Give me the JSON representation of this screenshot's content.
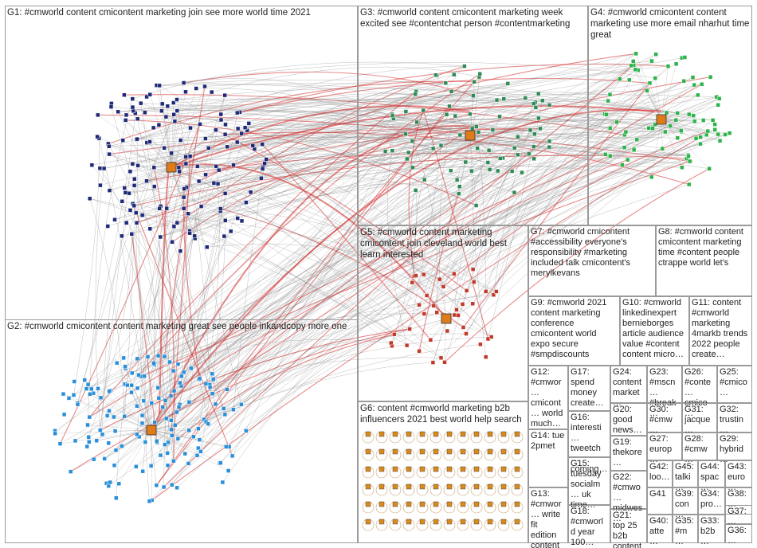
{
  "groups": [
    {
      "id": "g1",
      "label": "G1: #cmworld content cmicontent marketing join see more world time 2021"
    },
    {
      "id": "g2",
      "label": "G2: #cmworld cmicontent content marketing great see people inkandcopy more one"
    },
    {
      "id": "g3",
      "label": "G3: #cmworld content cmicontent marketing week excited see #contentchat person #contentmarketing"
    },
    {
      "id": "g4",
      "label": "G4: #cmworld cmicontent content marketing use more email nharhut time great"
    },
    {
      "id": "g5",
      "label": "G5: #cmworld content marketing cmicontent join cleveland world best learn interested"
    },
    {
      "id": "g6",
      "label": "G6: content #cmworld marketing b2b influencers 2021 best world help search"
    },
    {
      "id": "g7",
      "label": "G7: #cmworld cmicontent #accessibility everyone's responsibility #marketing included talk cmicontent's merylkevans"
    },
    {
      "id": "g8",
      "label": "G8: #cmworld content cmicontent marketing time #content people ctrappe world let's"
    },
    {
      "id": "g9",
      "label": "G9: #cmworld 2021 content marketing conference cmicontent world expo secure #smpdiscounts"
    },
    {
      "id": "g10",
      "label": "G10: #cmworld linkedinexpert bernieborges article audience value #content content micro…"
    },
    {
      "id": "g11",
      "label": "G11: content #cmworld marketing 4markb trends 2022 people create…"
    },
    {
      "id": "g12",
      "label": "G12: #cmwor… cmicont… world much…"
    },
    {
      "id": "g13",
      "label": "G13: #cmwor… write fit edition content…"
    },
    {
      "id": "g14",
      "label": "G14: tue 2pmet"
    },
    {
      "id": "g15",
      "label": "G15: tuesday socialm… uk time…"
    },
    {
      "id": "g16",
      "label": "G16: interesti… tweetch… coming…"
    },
    {
      "id": "g17",
      "label": "G17: spend money create…"
    },
    {
      "id": "g18",
      "label": "G18: #cmworld year 100…"
    },
    {
      "id": "g19",
      "label": "G19: thekore…"
    },
    {
      "id": "g20",
      "label": "G20: good news…"
    },
    {
      "id": "g21",
      "label": "G21: top 25 b2b content…"
    },
    {
      "id": "g22",
      "label": "G22: #cmwo… midwes…"
    },
    {
      "id": "g23",
      "label": "G23: #mscn… #break…"
    },
    {
      "id": "g24",
      "label": "G24: content market…"
    },
    {
      "id": "g25",
      "label": "G25: #cmico…"
    },
    {
      "id": "g26",
      "label": "G26: #conte… cmico…"
    },
    {
      "id": "g27",
      "label": "G27: europ…"
    },
    {
      "id": "g28",
      "label": "G28: #cmw…"
    },
    {
      "id": "g29",
      "label": "G29: hybrid…"
    },
    {
      "id": "g30",
      "label": "G30: #cmw…"
    },
    {
      "id": "g31",
      "label": "G31: jacque…"
    },
    {
      "id": "g32",
      "label": "G32: trustin…"
    },
    {
      "id": "g33",
      "label": "G33: b2b…"
    },
    {
      "id": "g34",
      "label": "G34: pro…"
    },
    {
      "id": "g35",
      "label": "G35: #m…"
    },
    {
      "id": "g36",
      "label": "G36:…"
    },
    {
      "id": "g37",
      "label": "G37:…"
    },
    {
      "id": "g38",
      "label": "G38:…"
    },
    {
      "id": "g39",
      "label": "G39: con…"
    },
    {
      "id": "g40",
      "label": "G40: atte…"
    },
    {
      "id": "g41",
      "label": "G41"
    },
    {
      "id": "g42",
      "label": "G42: loo…"
    },
    {
      "id": "g43",
      "label": "G43: euro…"
    },
    {
      "id": "g44",
      "label": "G44: spac…"
    },
    {
      "id": "g45",
      "label": "G45: talki…"
    }
  ],
  "colors": {
    "g1": "#1e2a78",
    "g2": "#2a8fd8",
    "g3": "#2e8b57",
    "g4": "#2db34a",
    "g5": "#c03a2b",
    "g6": "#d98a1c",
    "edge": "#8a8a8a",
    "edge_strong": "#d42a2a",
    "border": "#9a9a9a"
  },
  "icons": {
    "node": "square-node-icon",
    "cluster_center": "cluster-hub-icon"
  }
}
